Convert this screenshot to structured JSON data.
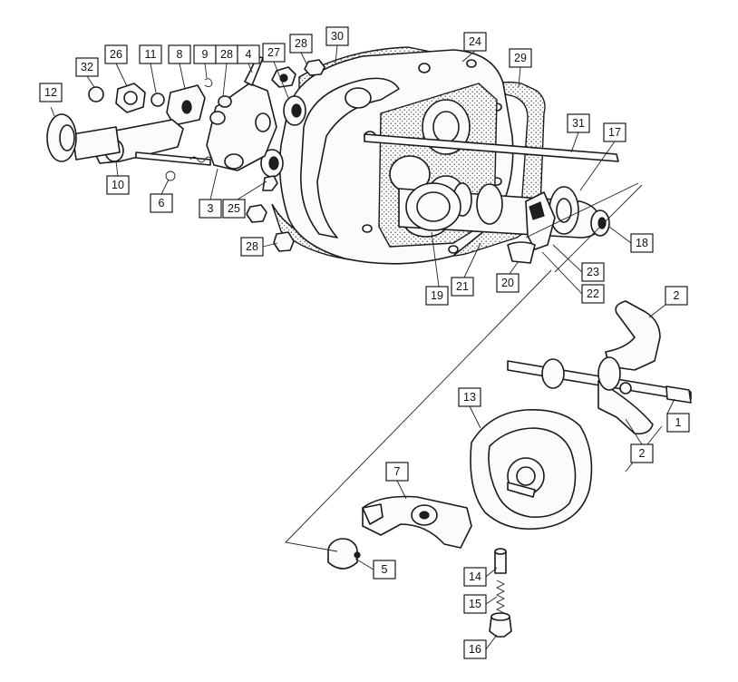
{
  "figure": {
    "callout_labels": [
      "1",
      "2",
      "3",
      "4",
      "5",
      "6",
      "7",
      "8",
      "9",
      "10",
      "11",
      "12",
      "13",
      "14",
      "15",
      "16",
      "17",
      "18",
      "19",
      "20",
      "21",
      "22",
      "23",
      "24",
      "25",
      "26",
      "27",
      "28",
      "29",
      "30",
      "31",
      "32"
    ],
    "callouts": [
      {
        "id": "c12",
        "label": "12"
      },
      {
        "id": "c32",
        "label": "32"
      },
      {
        "id": "c26",
        "label": "26"
      },
      {
        "id": "c11",
        "label": "11"
      },
      {
        "id": "c8",
        "label": "8"
      },
      {
        "id": "c9",
        "label": "9"
      },
      {
        "id": "c28a",
        "label": "28"
      },
      {
        "id": "c4",
        "label": "4"
      },
      {
        "id": "c27",
        "label": "27"
      },
      {
        "id": "c28b",
        "label": "28"
      },
      {
        "id": "c30",
        "label": "30"
      },
      {
        "id": "c24",
        "label": "24"
      },
      {
        "id": "c29",
        "label": "29"
      },
      {
        "id": "c31",
        "label": "31"
      },
      {
        "id": "c17",
        "label": "17"
      },
      {
        "id": "c18",
        "label": "18"
      },
      {
        "id": "c23",
        "label": "23"
      },
      {
        "id": "c22",
        "label": "22"
      },
      {
        "id": "c20",
        "label": "20"
      },
      {
        "id": "c21",
        "label": "21"
      },
      {
        "id": "c19",
        "label": "19"
      },
      {
        "id": "c28c",
        "label": "28"
      },
      {
        "id": "c25",
        "label": "25"
      },
      {
        "id": "c3",
        "label": "3"
      },
      {
        "id": "c6",
        "label": "6"
      },
      {
        "id": "c10",
        "label": "10"
      },
      {
        "id": "c2a",
        "label": "2"
      },
      {
        "id": "c1",
        "label": "1"
      },
      {
        "id": "c2b",
        "label": "2"
      },
      {
        "id": "c13",
        "label": "13"
      },
      {
        "id": "c7",
        "label": "7"
      },
      {
        "id": "c5",
        "label": "5"
      },
      {
        "id": "c14",
        "label": "14"
      },
      {
        "id": "c15",
        "label": "15"
      },
      {
        "id": "c16",
        "label": "16"
      }
    ]
  }
}
